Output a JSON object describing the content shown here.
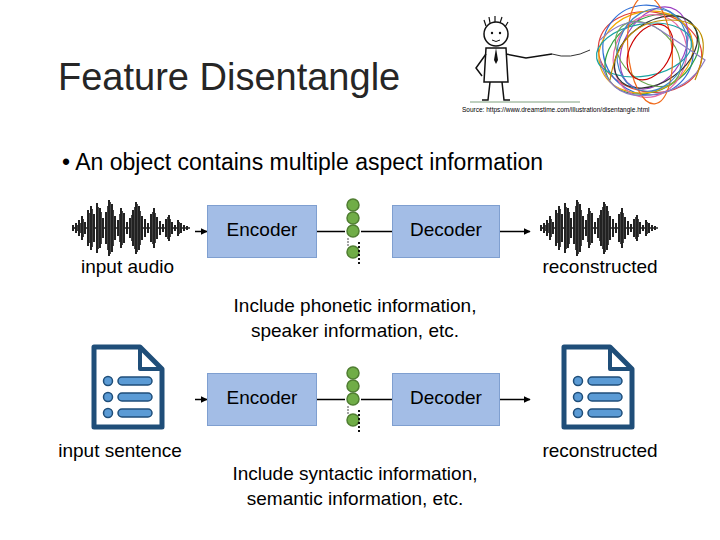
{
  "diagram": {
    "title": "Feature Disentangle",
    "nodes": [
      {
        "text": [
          "input audio"
        ]
      },
      {
        "text": [
          "Encoder"
        ]
      },
      {
        "text": [
          "Decoder"
        ]
      },
      {
        "text": [
          "reconstructed"
        ]
      },
      {
        "text": [
          "input sentence"
        ]
      },
      {
        "text": [
          "Encoder"
        ]
      },
      {
        "text": [
          "Decoder"
        ]
      },
      {
        "text": [
          "reconstructed"
        ]
      }
    ],
    "edges": [
      {
        "from": 0,
        "to": 1,
        "arrow": "to"
      },
      {
        "from": 1,
        "to": 2,
        "arrow": "none"
      },
      {
        "from": 2,
        "to": 3,
        "arrow": "to"
      },
      {
        "from": 4,
        "to": 5,
        "arrow": "to"
      },
      {
        "from": 5,
        "to": 6,
        "arrow": "none"
      },
      {
        "from": 6,
        "to": 7,
        "arrow": "to"
      }
    ],
    "labels": [
      "Source: https://www.dreamstime.com/illustration/disentangle.html",
      "• An object contains multiple aspect information",
      "Include phonetic information, speaker information, etc.",
      "Include syntactic information, semantic information, etc."
    ]
  }
}
